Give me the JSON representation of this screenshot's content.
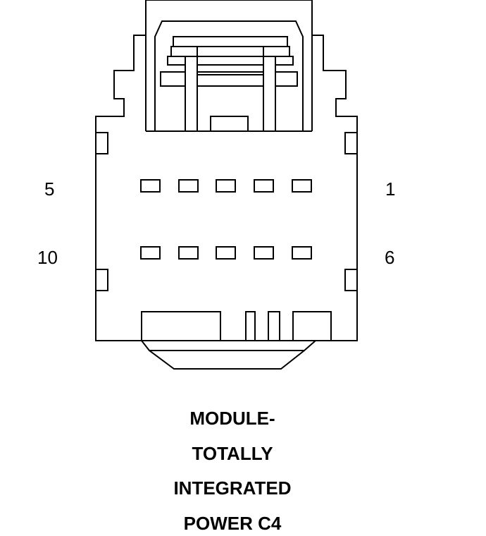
{
  "pin_labels": {
    "top_left": "5",
    "top_right": "1",
    "bottom_left": "10",
    "bottom_right": "6"
  },
  "title_lines": [
    "MODULE-",
    "TOTALLY",
    "INTEGRATED",
    "POWER C4"
  ]
}
